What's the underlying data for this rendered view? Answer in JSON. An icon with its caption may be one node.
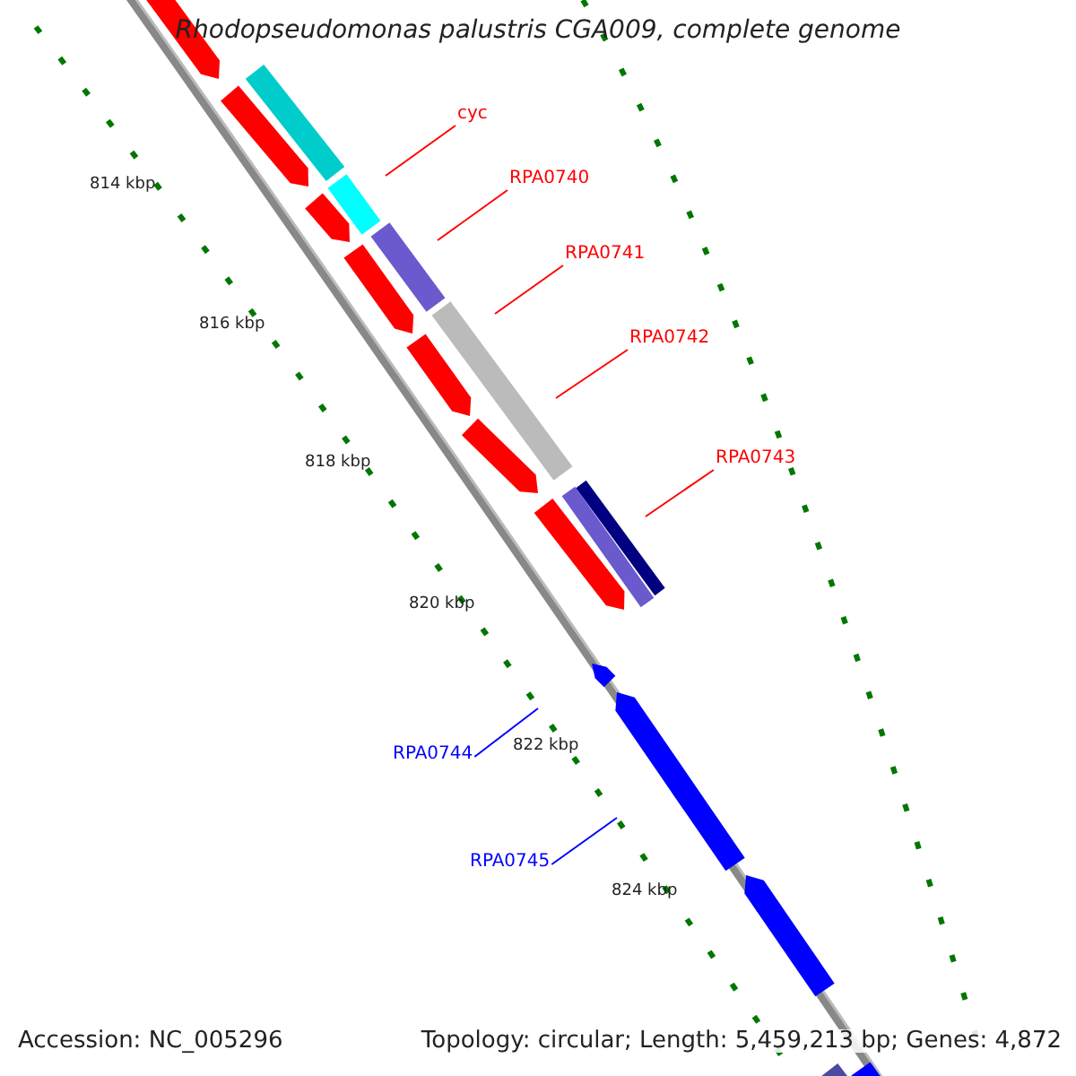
{
  "diagram": {
    "title": "Rhodopseudomonas palustris CGA009, complete genome",
    "nodes": [
      {
        "text": [
          "cyc"
        ]
      },
      {
        "text": [
          "RPA0740"
        ]
      },
      {
        "text": [
          "RPA0741"
        ]
      },
      {
        "text": [
          "RPA0742"
        ]
      },
      {
        "text": [
          "RPA0743"
        ]
      },
      {
        "text": [
          "RPA0744"
        ]
      },
      {
        "text": [
          "RPA0745"
        ]
      }
    ],
    "edges": [
      {
        "from": 0,
        "to": null,
        "arrow": "none"
      },
      {
        "from": 1,
        "to": null,
        "arrow": "none"
      },
      {
        "from": 2,
        "to": null,
        "arrow": "none"
      },
      {
        "from": 3,
        "to": null,
        "arrow": "none"
      },
      {
        "from": 4,
        "to": null,
        "arrow": "none"
      },
      {
        "from": 5,
        "to": null,
        "arrow": "none",
        "color": "#0000ff"
      },
      {
        "from": 6,
        "to": null,
        "arrow": "none",
        "color": "#0000ff"
      }
    ],
    "labels": [
      "814 kbp",
      "816 kbp",
      "818 kbp",
      "820 kbp",
      "822 kbp",
      "824 kbp",
      "Accession: NC_005296",
      "Topology: circular; Length: 5,459,213 bp; Genes: 4,872"
    ]
  }
}
